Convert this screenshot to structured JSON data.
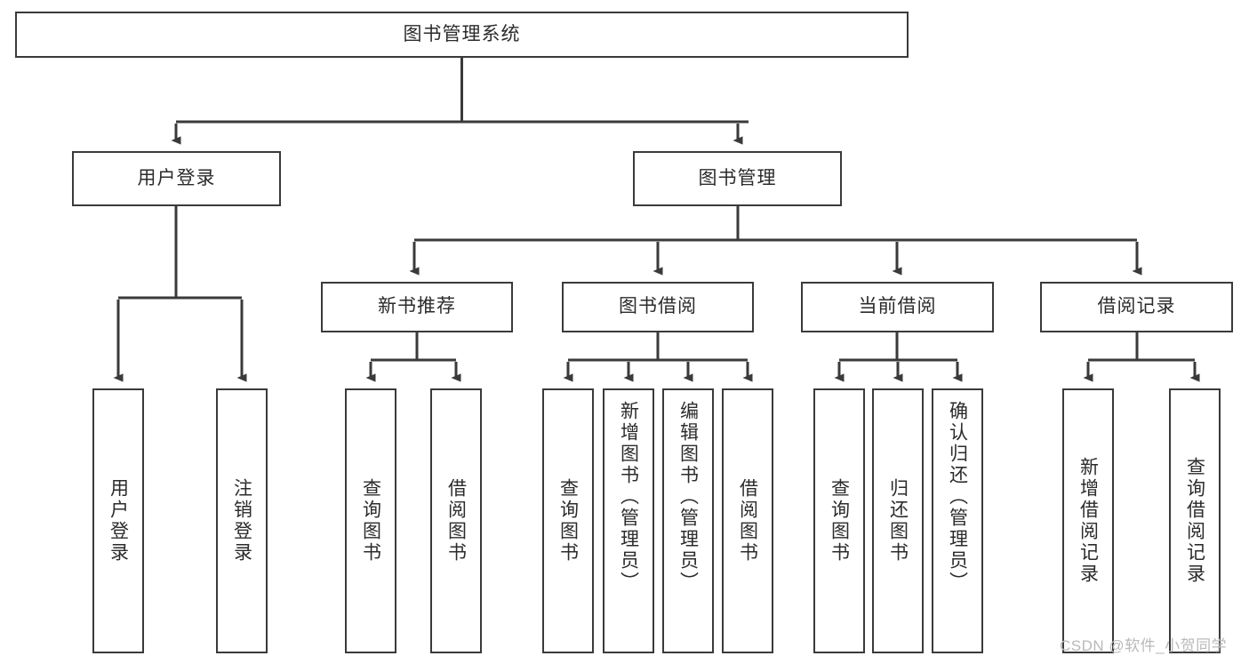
{
  "diagram": {
    "title": "图书管理系统",
    "type": "hierarchy-tree",
    "root": {
      "label": "图书管理系统"
    },
    "level2": [
      {
        "label": "用户登录"
      },
      {
        "label": "图书管理"
      }
    ],
    "level3": [
      {
        "label": "新书推荐"
      },
      {
        "label": "图书借阅"
      },
      {
        "label": "当前借阅"
      },
      {
        "label": "借阅记录"
      }
    ],
    "leaves": {
      "user_login": [
        {
          "label": "用户登录"
        },
        {
          "label": "注销登录"
        }
      ],
      "new_book_recommend": [
        {
          "label": "查询图书"
        },
        {
          "label": "借阅图书"
        }
      ],
      "book_borrow": [
        {
          "label": "查询图书"
        },
        {
          "label": "新增图书（管理员）"
        },
        {
          "label": "编辑图书（管理员）"
        },
        {
          "label": "借阅图书"
        }
      ],
      "current_borrow": [
        {
          "label": "查询图书"
        },
        {
          "label": "归还图书"
        },
        {
          "label": "确认归还（管理员）"
        }
      ],
      "borrow_record": [
        {
          "label": "新增借阅记录"
        },
        {
          "label": "查询借阅记录"
        }
      ]
    }
  },
  "watermark": {
    "text": "CSDN @软件_小贺同学"
  },
  "colors": {
    "stroke": "#3a3a3a",
    "text": "#2b2b2b",
    "background": "#ffffff",
    "watermark": "#b9b9b9"
  }
}
